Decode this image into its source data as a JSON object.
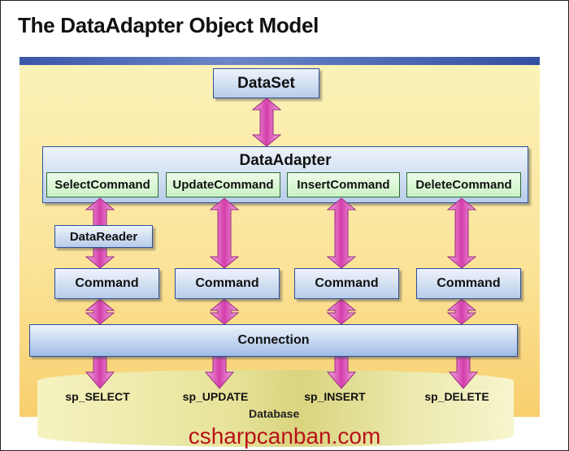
{
  "title": "The DataAdapter Object Model",
  "dataset": "DataSet",
  "adapter": {
    "label": "DataAdapter",
    "commands": [
      "SelectCommand",
      "UpdateCommand",
      "InsertCommand",
      "DeleteCommand"
    ]
  },
  "datareader": "DataReader",
  "command_label": "Command",
  "connection": "Connection",
  "database": {
    "label": "Database",
    "procedures": [
      "sp_SELECT",
      "sp_UPDATE",
      "sp_INSERT",
      "sp_DELETE"
    ]
  },
  "watermark": "csharpcanban.com",
  "colors": {
    "arrow": "#d94fb4",
    "box_border": "#2f4f9a",
    "accent_bar": "#3a56a8",
    "watermark": "#b8121a"
  }
}
